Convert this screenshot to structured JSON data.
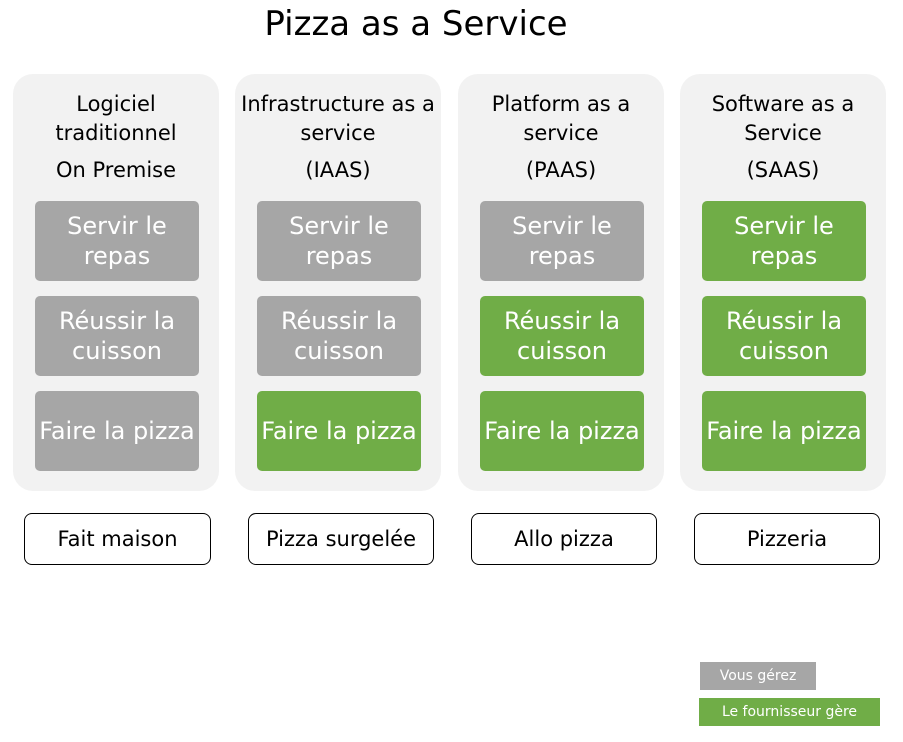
{
  "title": "Pizza as a Service",
  "colors": {
    "you_manage": "#a6a6a6",
    "vendor_manages": "#70ad47",
    "column_bg": "#f2f2f2"
  },
  "columns": [
    {
      "heading": "Logiciel traditionnel",
      "subheading": "On Premise",
      "layers": [
        {
          "label": "Servir le\nrepas",
          "managed_by": "you"
        },
        {
          "label": "Réussir la\ncuisson",
          "managed_by": "you"
        },
        {
          "label": "Faire la pizza",
          "managed_by": "you"
        }
      ],
      "analogy": "Fait maison"
    },
    {
      "heading": "Infrastructure as a service",
      "subheading": "(IAAS)",
      "layers": [
        {
          "label": "Servir le\nrepas",
          "managed_by": "you"
        },
        {
          "label": "Réussir la\ncuisson",
          "managed_by": "you"
        },
        {
          "label": "Faire la pizza",
          "managed_by": "vendor"
        }
      ],
      "analogy": "Pizza surgelée"
    },
    {
      "heading": "Platform as a service",
      "subheading": "(PAAS)",
      "layers": [
        {
          "label": "Servir le\nrepas",
          "managed_by": "you"
        },
        {
          "label": "Réussir la\ncuisson",
          "managed_by": "vendor"
        },
        {
          "label": "Faire la pizza",
          "managed_by": "vendor"
        }
      ],
      "analogy": "Allo pizza"
    },
    {
      "heading": "Software as a Service",
      "subheading": "(SAAS)",
      "layers": [
        {
          "label": "Servir le\nrepas",
          "managed_by": "vendor"
        },
        {
          "label": "Réussir la\ncuisson",
          "managed_by": "vendor"
        },
        {
          "label": "Faire la pizza",
          "managed_by": "vendor"
        }
      ],
      "analogy": "Pizzeria"
    }
  ],
  "legend": {
    "you_manage": "Vous gérez",
    "vendor_manages": "Le fournisseur gère"
  }
}
